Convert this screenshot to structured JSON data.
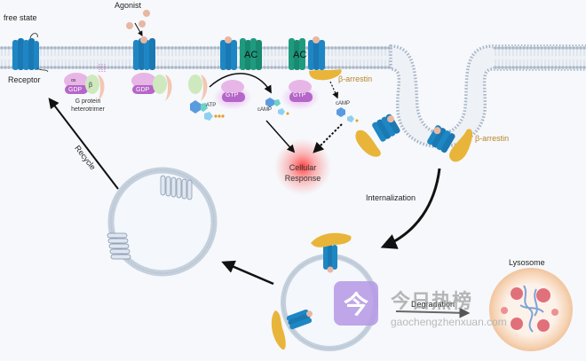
{
  "figure": {
    "title": "GPCR signaling, internalization, recycling and degradation",
    "labels": {
      "free_state": "free state",
      "agonist": "Agonist",
      "receptor": "Receptor",
      "g_protein_line1": "G protein",
      "g_protein_line2": "heterotrimer",
      "alpha_s": "αs",
      "beta": "β",
      "gamma": "γ",
      "gdp": "GDP",
      "gtp": "GTP",
      "ac": "AC",
      "atp": "ATP",
      "camp": "cAMP",
      "beta_arrestin": "β-arrestin",
      "cellular_response_line1": "Cellular",
      "cellular_response_line2": "Response",
      "internalization": "Internalization",
      "recycle": "Recycle",
      "degradation": "Degradation",
      "lysosome": "Lysosome"
    },
    "colors": {
      "receptor": "#1f86c4",
      "adenylyl_cyclase": "#1f9a7f",
      "alpha_subunit": "#e7b6e6",
      "gtp_gdp": "#b566c9",
      "beta_subunit": "#cfe9bf",
      "gamma_subunit": "#f3c6b3",
      "beta_arrestin": "#e8b53a",
      "agonist": "#e8b7a2",
      "membrane": "#a9b8c9",
      "response_glow": "#ff3b3b",
      "lysosome": "#f3c9a0"
    }
  },
  "watermark": {
    "glyph": "今",
    "text": "今日热榜",
    "url": "gaochengzhenxuan.com"
  }
}
